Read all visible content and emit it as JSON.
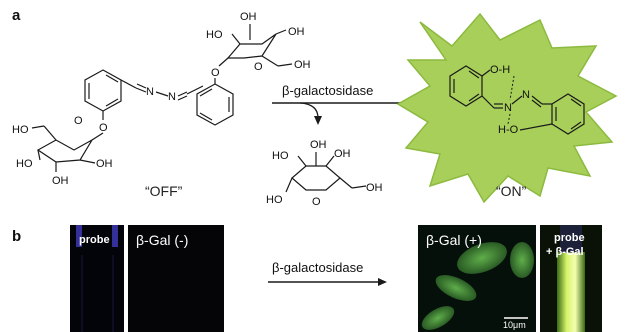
{
  "panel_a": {
    "letter": "a",
    "arrow_label": "β-galactosidase",
    "off_label": "“OFF”",
    "on_label": "“ON”",
    "atoms": {
      "oh": "OH",
      "ho": "HO",
      "o": "O",
      "n": "N",
      "h": "H",
      "o_h": "O-H",
      "h_o": "H-O"
    }
  },
  "panel_b": {
    "letter": "b",
    "vial_probe_label": "probe",
    "neg_label": "β-Gal (-)",
    "arrow_label": "β-galactosidase",
    "pos_label": "β-Gal (+)",
    "vial_pos_label_1": "probe",
    "vial_pos_label_2": "+ β-Gal",
    "scale_bar": "10μm"
  },
  "colors": {
    "burst_fill": "#a8cf5a",
    "burst_stroke": "#8cba3e",
    "panel_bg": "#050508",
    "cell_green": "#3f8a3a",
    "vial_green": "#d8f27a"
  }
}
